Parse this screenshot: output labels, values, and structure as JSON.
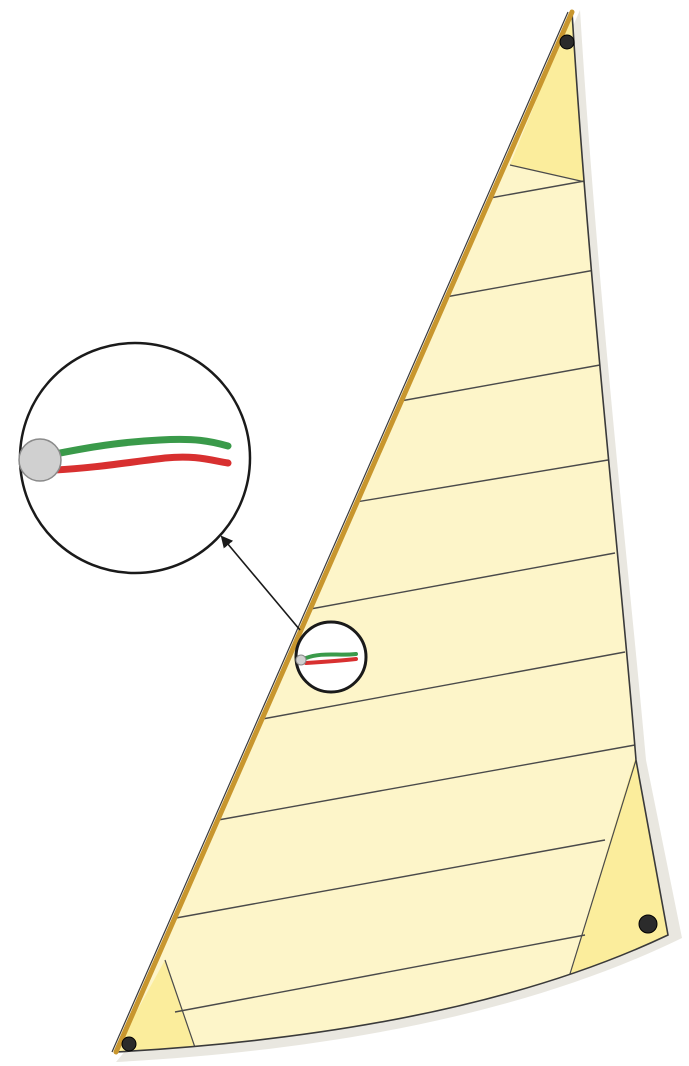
{
  "diagram": {
    "subject": "sail-with-telltales",
    "colors": {
      "background": "#ffffff",
      "sail_fill": "#fdf5c9",
      "sail_shadow": "#e9e7e0",
      "reinforcement_patch": "#fbed9c",
      "luff_rope": "#c8962e",
      "outline": "#3a3a3a",
      "seam": "#4a4a4a",
      "grommet": "#2b2b2b",
      "telltale_windward": "#3a9a4a",
      "telltale_leeward": "#d83030",
      "telltale_attachment": "#d0d0d0",
      "zoom_circle_fill": "#ffffff",
      "zoom_circle_stroke": "#1a1a1a",
      "arrow": "#1a1a1a"
    },
    "icons": {
      "callout": "magnifier-callout-icon",
      "arrow": "arrow-up-left-icon",
      "grommet": "grommet-icon"
    },
    "panel_seam_count": 9,
    "grommet_count": 3,
    "telltale_count": 2
  }
}
